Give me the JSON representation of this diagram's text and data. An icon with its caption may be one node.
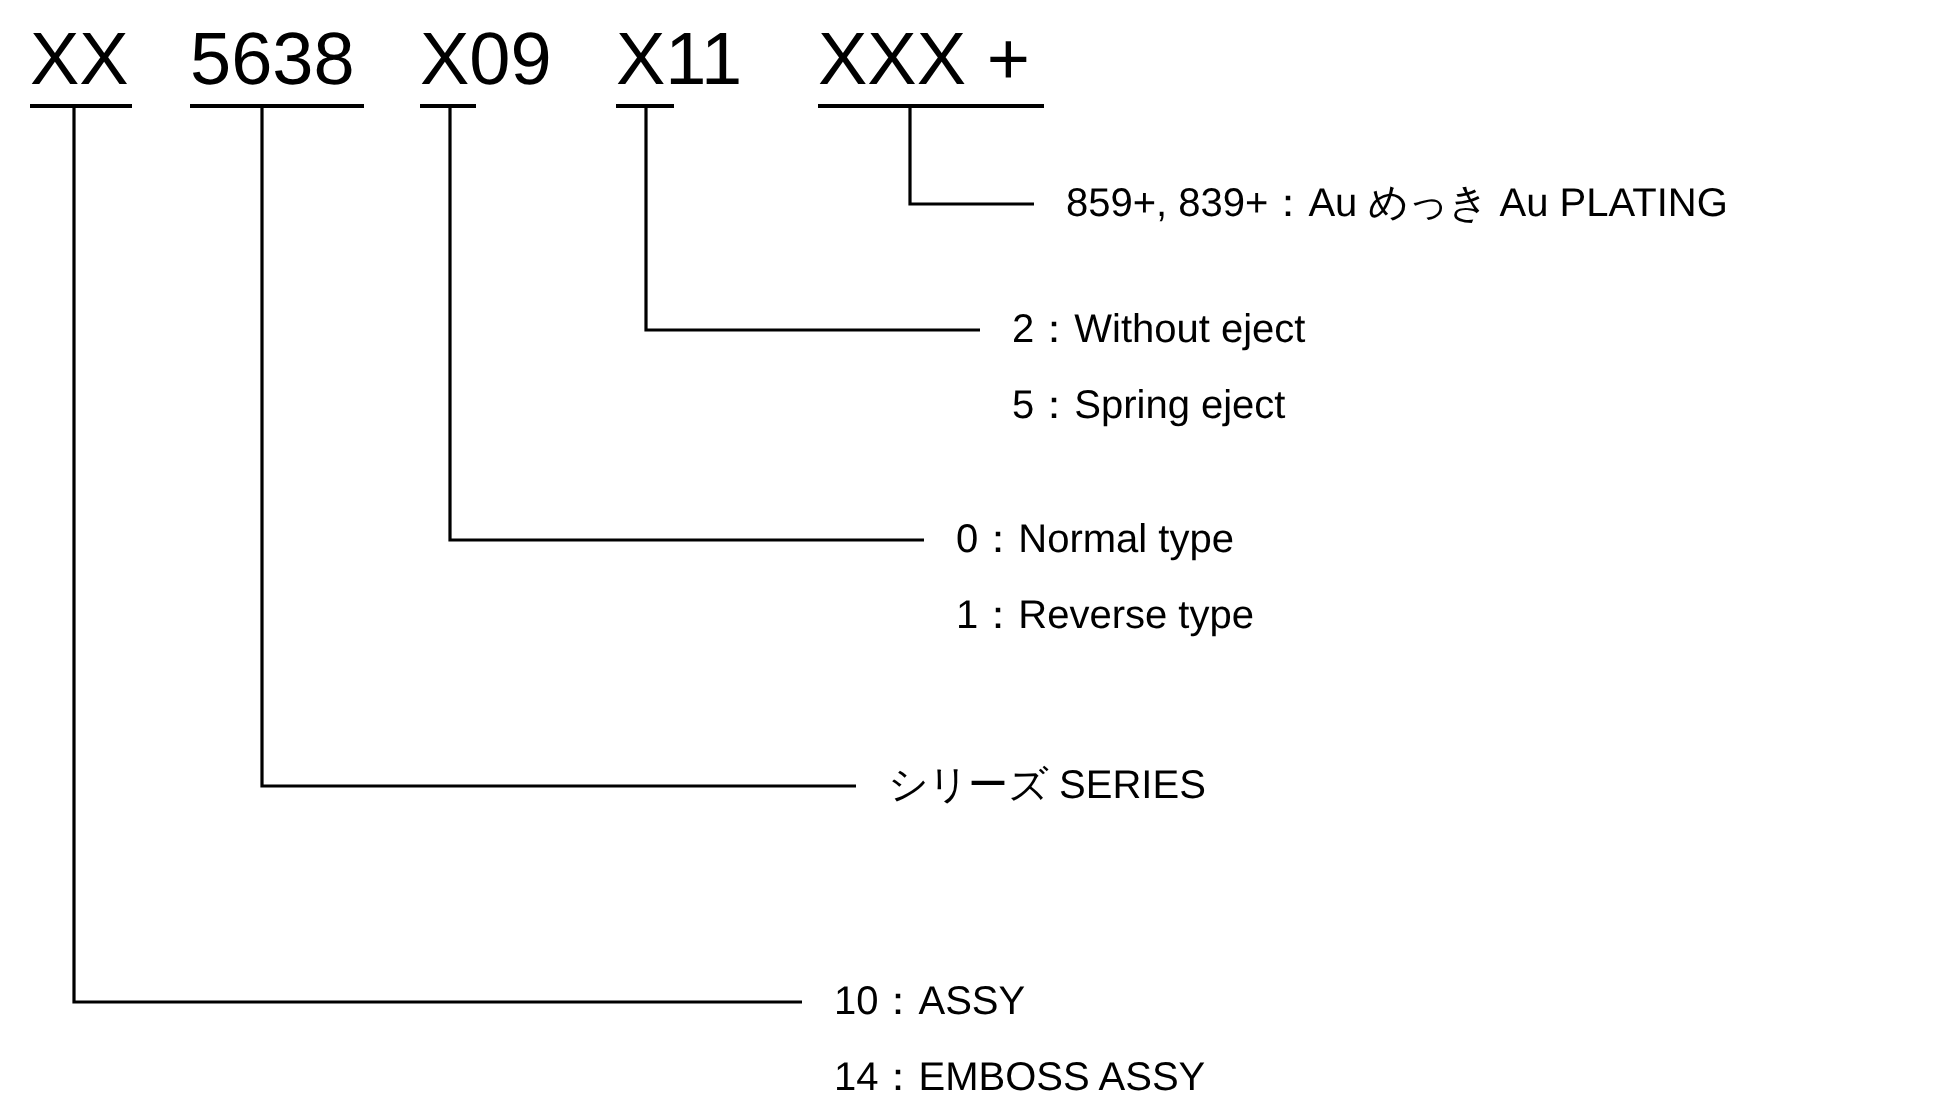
{
  "diagram": {
    "nodes": [
      {
        "text": [
          "XX"
        ]
      },
      {
        "text": [
          "5638"
        ]
      },
      {
        "text": [
          "X09"
        ]
      },
      {
        "text": [
          "X11"
        ]
      },
      {
        "text": [
          "XXX +"
        ]
      },
      {
        "text": [
          "859+, 839+：Au めっき Au PLATING"
        ]
      },
      {
        "text": [
          "2：Without eject",
          "5：Spring eject"
        ]
      },
      {
        "text": [
          "0：Normal type",
          "1：Reverse type"
        ]
      },
      {
        "text": [
          "シリーズ SERIES"
        ]
      },
      {
        "text": [
          "10：ASSY",
          "14：EMBOSS ASSY"
        ]
      }
    ],
    "edges": [
      {
        "from": 0,
        "to": 9,
        "arrow": "none"
      },
      {
        "from": 1,
        "to": 8,
        "arrow": "none"
      },
      {
        "from": 2,
        "to": 7,
        "arrow": "none"
      },
      {
        "from": 3,
        "to": 6,
        "arrow": "none"
      },
      {
        "from": 4,
        "to": 5,
        "arrow": "none"
      }
    ]
  }
}
